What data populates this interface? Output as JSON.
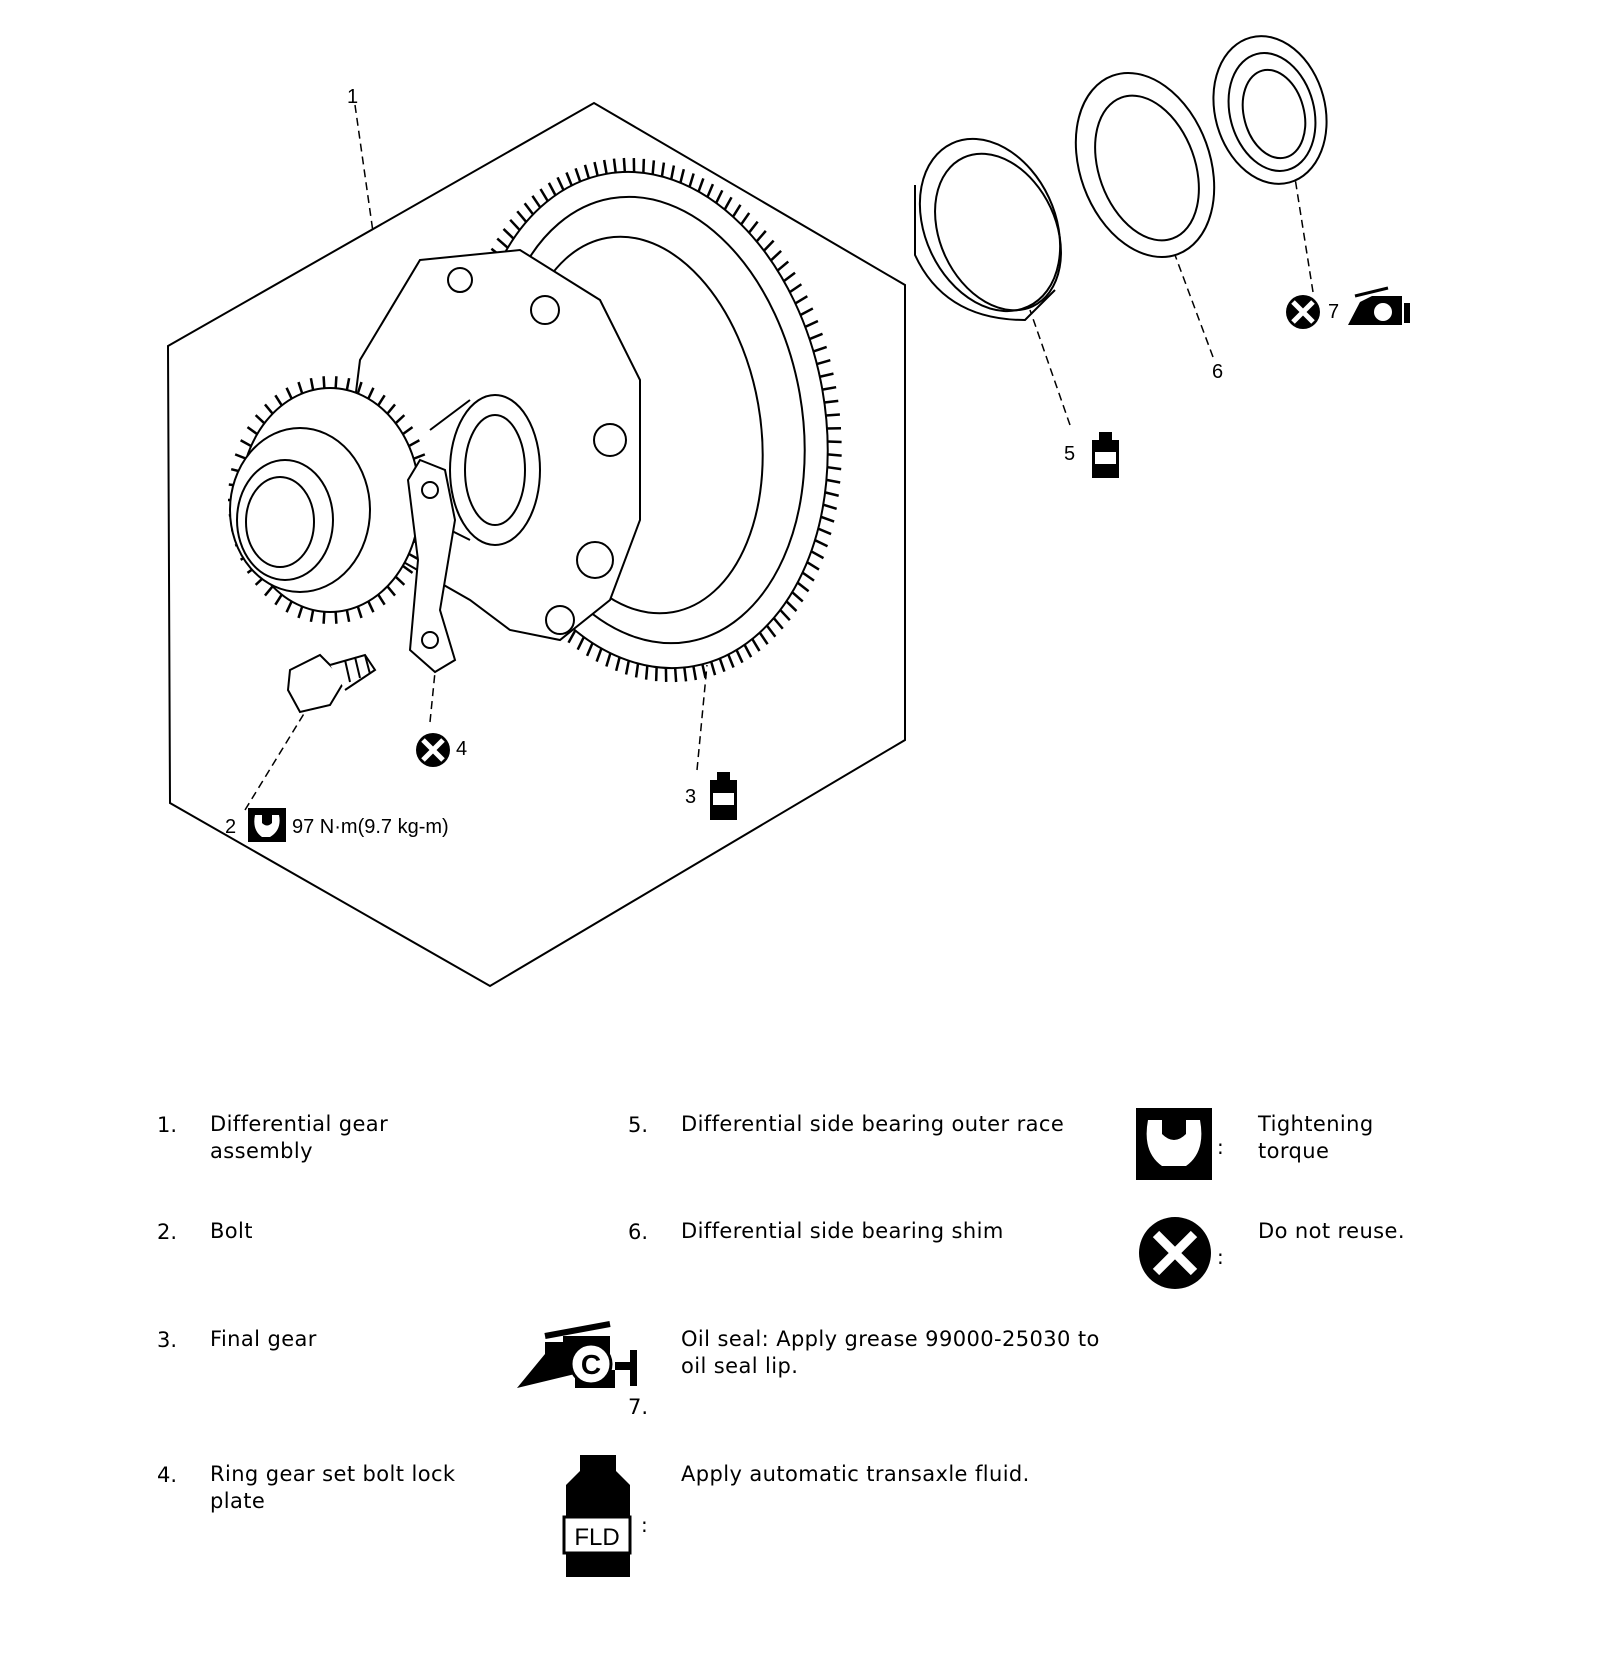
{
  "callouts": {
    "c1": "1",
    "c2": "2",
    "c3": "3",
    "c4": "4",
    "c5": "5",
    "c6": "6",
    "c7": "7",
    "torque": "97 N·m(9.7 kg-m)"
  },
  "icons": {
    "torque": "wrench-icon",
    "no_reuse": "x-circle-icon",
    "grease": "grease-gun-icon",
    "fluid": "fluid-bottle-icon",
    "fluid_text": "FLD",
    "grease_text": "C"
  },
  "legend": {
    "items": [
      {
        "num": "1.",
        "text": "Differential gear assembly"
      },
      {
        "num": "2.",
        "text": "Bolt"
      },
      {
        "num": "3.",
        "text": "Final gear"
      },
      {
        "num": "4.",
        "text": "Ring gear set bolt lock plate"
      },
      {
        "num": "5.",
        "text": "Differential side bearing outer race"
      },
      {
        "num": "6.",
        "text": "Differential side bearing shim"
      },
      {
        "num": "7.",
        "text": "Oil seal: Apply grease 99000-25030 to oil seal lip."
      }
    ],
    "symbols": {
      "torque": "Tightening torque",
      "no_reuse": "Do not reuse.",
      "fluid": "Apply automatic transaxle fluid."
    },
    "colon": ":"
  }
}
